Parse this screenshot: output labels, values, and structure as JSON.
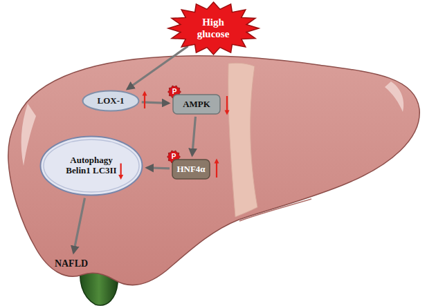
{
  "diagram": {
    "nodes": [
      {
        "text": [
          "High glucose"
        ]
      },
      {
        "text": [
          "LOX-1"
        ]
      },
      {
        "text": [
          "AMPK"
        ]
      },
      {
        "text": [
          "HNF4α"
        ]
      },
      {
        "text": [
          "Autophagy",
          "Belin1 LC3II"
        ]
      },
      {
        "text": [
          "NAFLD"
        ]
      }
    ],
    "edges": [
      {
        "from": 0,
        "to": 1,
        "arrow": "to"
      },
      {
        "from": 1,
        "to": 2,
        "arrow": "to"
      },
      {
        "from": 2,
        "to": 3,
        "arrow": "to"
      },
      {
        "from": 3,
        "to": 4,
        "arrow": "to"
      },
      {
        "from": 4,
        "to": 5,
        "arrow": "to"
      }
    ],
    "labels": [
      "P",
      "P"
    ]
  }
}
